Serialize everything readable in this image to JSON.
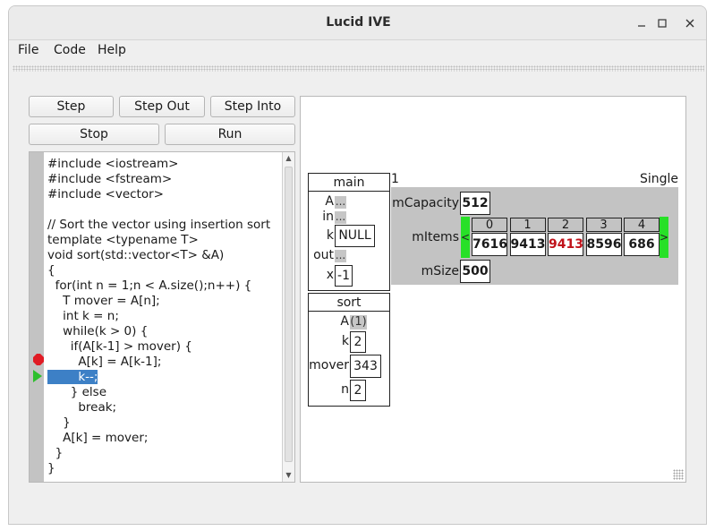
{
  "window": {
    "title": "Lucid IVE"
  },
  "menu": [
    "File",
    "Code",
    "Help"
  ],
  "toolbar": {
    "step": "Step",
    "step_out": "Step Out",
    "step_into": "Step Into",
    "stop": "Stop",
    "run": "Run"
  },
  "code_lines": [
    "#include <iostream>",
    "#include <fstream>",
    "#include <vector>",
    "",
    "// Sort the vector using insertion sort",
    "template <typename T>",
    "void sort(std::vector<T> &A)",
    "{",
    "  for(int n = 1;n < A.size();n++) {",
    "    T mover = A[n];",
    "    int k = n;",
    "    while(k > 0) {",
    "      if(A[k-1] > mover) {",
    "        A[k] = A[k-1];",
    "        k--;",
    "      } else",
    "        break;",
    "    }",
    "    A[k] = mover;",
    "  }",
    "}"
  ],
  "editor": {
    "breakpoint_line": 14,
    "current_line": 15
  },
  "frames": {
    "main": {
      "title": "main",
      "vars": {
        "A": {
          "name": "A",
          "value": "..."
        },
        "in": {
          "name": "in",
          "value": "..."
        },
        "k": {
          "name": "k",
          "value": "NULL"
        },
        "out": {
          "name": "out",
          "value": "..."
        },
        "x": {
          "name": "x",
          "value": "-1"
        }
      }
    },
    "sort": {
      "title": "sort",
      "vars": {
        "A": {
          "name": "A",
          "value": "(1)"
        },
        "k": {
          "name": "k",
          "value": "2"
        },
        "mover": {
          "name": "mover",
          "value": "343"
        },
        "n": {
          "name": "n",
          "value": "2"
        }
      }
    }
  },
  "vector": {
    "id_label": "1",
    "mode_label": "Single",
    "capacity_label": "mCapacity",
    "capacity": "512",
    "items_label": "mItems",
    "size_label": "mSize",
    "size": "500",
    "indices": [
      "0",
      "1",
      "2",
      "3",
      "4"
    ],
    "items": [
      "7616",
      "9413",
      "9413",
      "8596",
      "686"
    ],
    "highlight_index": 2,
    "highlight_color": "#c0121a",
    "prev_arrow": "<",
    "next_arrow": ">",
    "nav_color": "#28e028"
  },
  "colors": {
    "selection": "#3d80c6",
    "breakpoint": "#e01b24",
    "current_arrow": "#2dbf2d",
    "panel_gray": "#c3c3c3"
  }
}
